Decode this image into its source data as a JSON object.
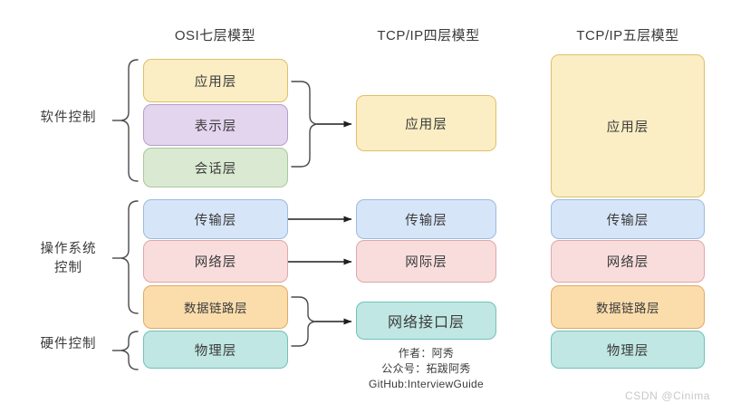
{
  "diagram": {
    "watermark": "CSDN @Cinima",
    "credits": [
      "作者：阿秀",
      "公众号：拓跋阿秀",
      "GitHub:InterviewGuide"
    ]
  },
  "columns": {
    "osi": {
      "title": "OSI七层模型",
      "layers": [
        {
          "label": "应用层",
          "color": "#fbeec4"
        },
        {
          "label": "表示层",
          "color": "#e4d5ef"
        },
        {
          "label": "会话层",
          "color": "#daead2"
        },
        {
          "label": "传输层",
          "color": "#d7e5f8"
        },
        {
          "label": "网络层",
          "color": "#f9dddd"
        },
        {
          "label": "数据链路层",
          "color": "#fbddac"
        },
        {
          "label": "物理层",
          "color": "#c0e7e3"
        }
      ]
    },
    "tcpip4": {
      "title": "TCP/IP四层模型",
      "layers": [
        {
          "label": "应用层",
          "color": "#fbeec4"
        },
        {
          "label": "传输层",
          "color": "#d7e5f8"
        },
        {
          "label": "网际层",
          "color": "#f9dddd"
        },
        {
          "label": "网络接口层",
          "color": "#c0e7e3"
        }
      ]
    },
    "tcpip5": {
      "title": "TCP/IP五层模型",
      "layers": [
        {
          "label": "应用层",
          "color": "#fbeec4"
        },
        {
          "label": "传输层",
          "color": "#d7e5f8"
        },
        {
          "label": "网络层",
          "color": "#f9dddd"
        },
        {
          "label": "数据链路层",
          "color": "#fbddac"
        },
        {
          "label": "物理层",
          "color": "#c0e7e3"
        }
      ]
    }
  },
  "groups": [
    {
      "label": "软件控制"
    },
    {
      "label": "操作系统\n控制"
    },
    {
      "label": "硬件控制"
    }
  ]
}
